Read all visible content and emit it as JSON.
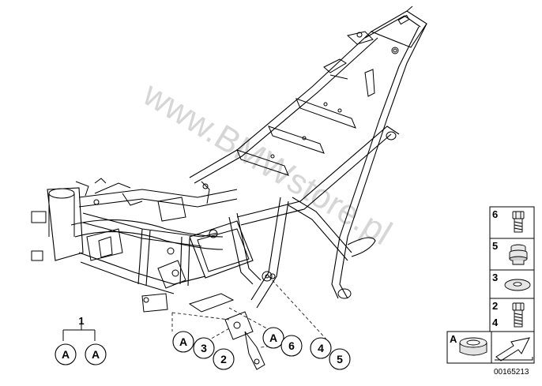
{
  "watermark": "www.BMWstore.pl",
  "doc_number": "00165213",
  "group_label": "1",
  "group_callouts": [
    "A",
    "A"
  ],
  "callouts": [
    {
      "id": "ca1",
      "label": "A"
    },
    {
      "id": "c3",
      "label": "3"
    },
    {
      "id": "c2",
      "label": "2"
    },
    {
      "id": "ca2",
      "label": "A"
    },
    {
      "id": "c6",
      "label": "6"
    },
    {
      "id": "c4",
      "label": "4"
    },
    {
      "id": "c5",
      "label": "5"
    }
  ],
  "legend": [
    {
      "label": "6",
      "part": "hex-bolt-short"
    },
    {
      "label": "5",
      "part": "rubber-buffer"
    },
    {
      "label": "3",
      "part": "washer"
    },
    {
      "label": "2",
      "part": "hex-bolt"
    },
    {
      "label": "4",
      "part": "hex-bolt"
    },
    {
      "label": "A",
      "part": "rubber-grommet"
    }
  ]
}
